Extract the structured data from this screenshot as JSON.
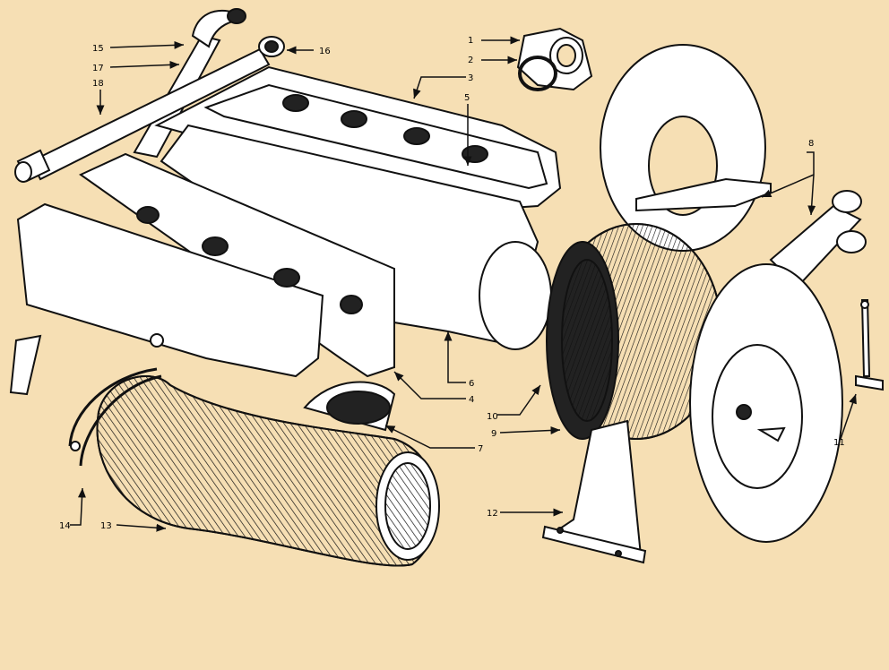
{
  "diagram": {
    "background": "#f6dfb4",
    "stroke": "#111111",
    "part_fill": "#ffffff",
    "labels": {
      "1": "1",
      "2": "2",
      "3": "3",
      "4": "4",
      "5": "5",
      "6": "6",
      "7": "7",
      "8": "8",
      "9": "9",
      "10": "10",
      "11": "11",
      "12": "12",
      "13": "13",
      "14": "14",
      "15": "15",
      "16": "16",
      "17": "17",
      "18": "18"
    }
  }
}
